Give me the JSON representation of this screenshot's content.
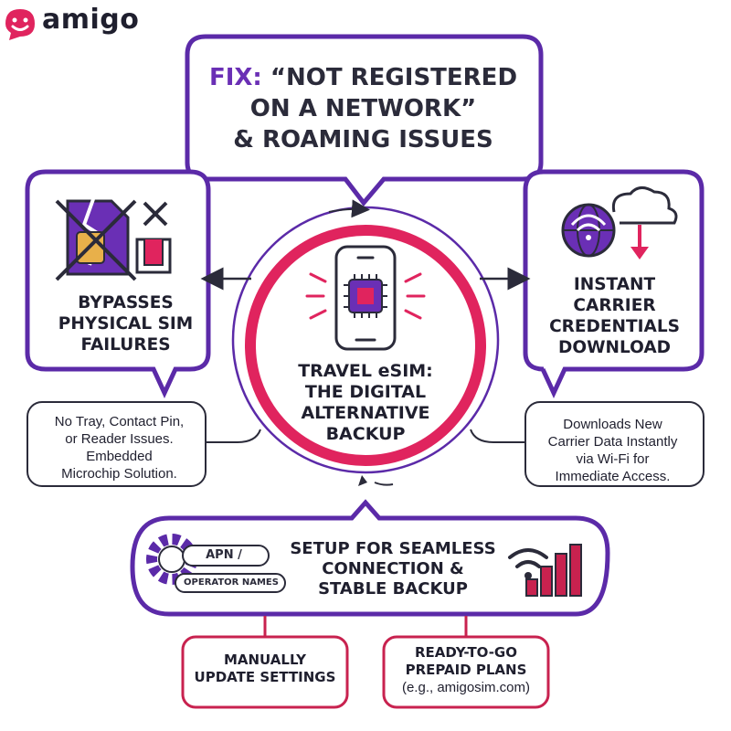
{
  "logo": {
    "text": "amigo",
    "icon": "smiley-chat-icon",
    "color": "#e0245e"
  },
  "title": {
    "prefix": "FIX:",
    "line1": "“NOT REGISTERED",
    "line2": "ON A NETWORK”",
    "line3": "& ROAMING ISSUES"
  },
  "center": {
    "lines": [
      "TRAVEL eSIM:",
      "THE DIGITAL",
      "ALTERNATIVE",
      "BACKUP"
    ],
    "icon": "phone-chip-icon"
  },
  "left_panel": {
    "heading": [
      "BYPASSES",
      "PHYSICAL SIM",
      "FAILURES"
    ],
    "icon": "broken-sim-icon",
    "note": [
      "No Tray, Contact Pin,",
      "or Reader Issues.",
      "Embedded",
      "Microchip Solution."
    ]
  },
  "right_panel": {
    "heading": [
      "INSTANT",
      "CARRIER",
      "CREDENTIALS",
      "DOWNLOAD"
    ],
    "icon": "globe-cloud-download-icon",
    "note": [
      "Downloads New",
      "Carrier Data Instantly",
      "via Wi-Fi for",
      "Immediate Access."
    ]
  },
  "bottom_panel": {
    "heading": [
      "SETUP FOR SEAMLESS",
      "CONNECTION &",
      "STABLE BACKUP"
    ],
    "apn_label": "APN /",
    "operator_label": "OPERATOR NAMES",
    "left_icon": "gear-icon",
    "right_icon": "signal-bars-icon"
  },
  "bottom_boxes": {
    "manual": [
      "MANUALLY",
      "UPDATE SETTINGS"
    ],
    "ready": [
      "READY-TO-GO",
      "PREPAID PLANS"
    ],
    "ready_sub": "(e.g., amigosim.com)"
  },
  "colors": {
    "purple": "#5b2aa8",
    "magenta": "#e0245e",
    "crimson": "#c8224f",
    "dark": "#1f1f2e"
  }
}
